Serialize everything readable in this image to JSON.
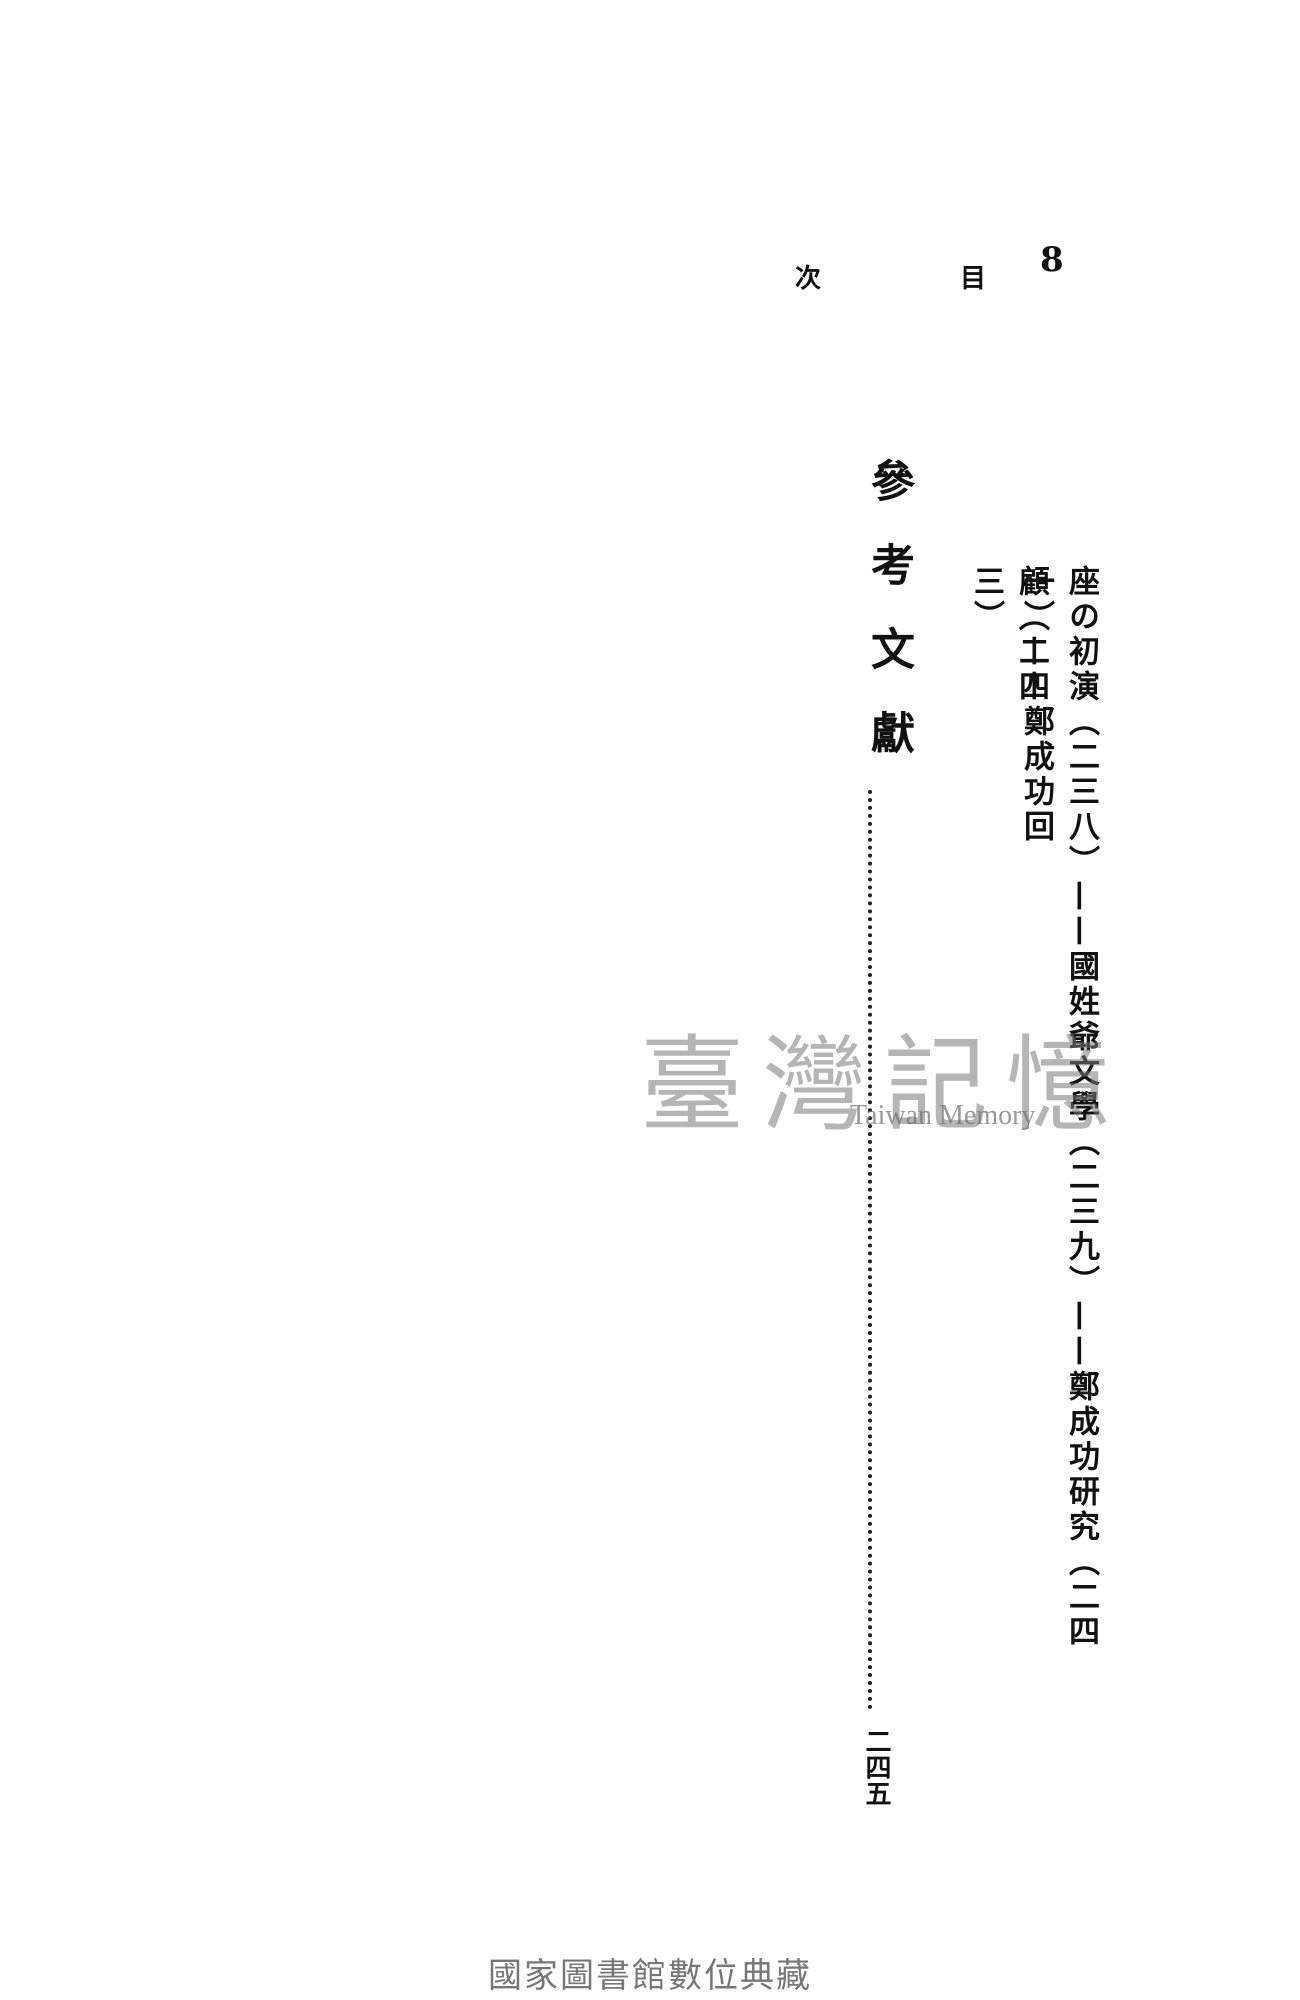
{
  "header": {
    "page_number": "8",
    "char_left": "次",
    "char_right": "目"
  },
  "contents": {
    "column_1": "座の初演（二三八）——國姓爺文學（二三九）——鄭成功研究（二四一）——鄭成功回",
    "column_2": "顧（二四三）",
    "reference_title": "參考文獻",
    "reference_page": "二四五"
  },
  "watermark": {
    "main": "臺灣記憶",
    "sub": "Taiwan Memory"
  },
  "footer": {
    "text": "國家圖書館數位典藏"
  }
}
